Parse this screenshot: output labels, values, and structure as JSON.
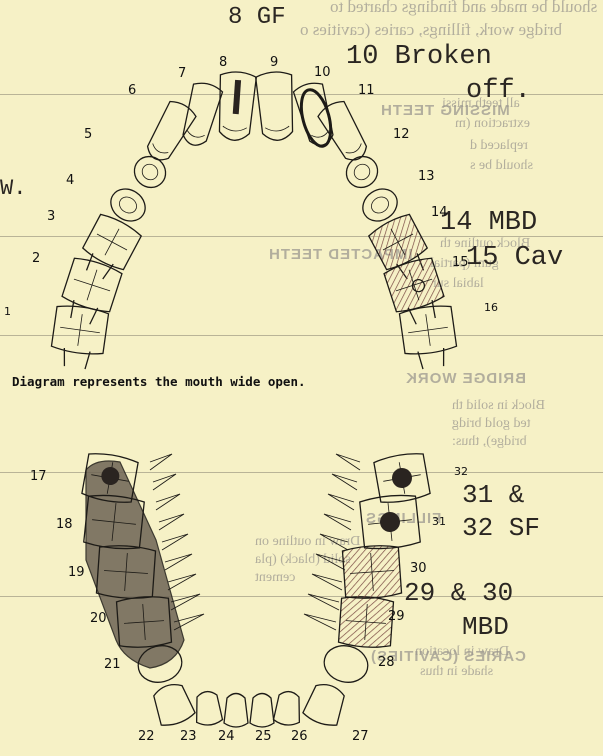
{
  "bleed_through": [
    "should be made and findings charted to",
    "bridge work, fillings, caries (cavities o",
    "MISSING TEETH",
    "all teeth missi",
    "extraction (m",
    "replaced d",
    "should be s",
    "IMPACTED TEETH",
    "Block outline th",
    "gum (partial",
    "labial sur",
    "BRIDGE WORK",
    "Block in solid th",
    "ted gold bridg",
    "bridge), thus:",
    "FILLINGS",
    "Draw in outline on",
    "solid (black) (pla",
    "cement",
    "CARIES (CAVITIES)",
    "Draw in location",
    "shade in thus"
  ],
  "annotations": {
    "upper_top": "8 GF",
    "broken_line1": "10 Broken",
    "broken_line2": "off.",
    "mbd_14": "14 MBD",
    "cav_15": "15 Cav",
    "left_edge": "W.",
    "sf_line1": "31 &",
    "sf_line2": "32 SF",
    "mbd_2930_line1": "29 & 30",
    "mbd_2930_line2": "MBD"
  },
  "caption": "Diagram represents the mouth wide open.",
  "upper_numbers": [
    "1",
    "2",
    "3",
    "4",
    "5",
    "6",
    "7",
    "8",
    "9",
    "10",
    "11",
    "12",
    "13",
    "14",
    "15",
    "16"
  ],
  "lower_numbers": [
    "17",
    "18",
    "19",
    "20",
    "21",
    "22",
    "23",
    "24",
    "25",
    "26",
    "27",
    "28",
    "29",
    "30",
    "31",
    "32"
  ],
  "colors": {
    "paper": "#f6f1c6",
    "ink": "#1d1b17",
    "bridge_fill": "#6d6455",
    "filling": "#2a2420",
    "caries_hatch": "#7a4a43",
    "bleed": "#9c9890"
  }
}
